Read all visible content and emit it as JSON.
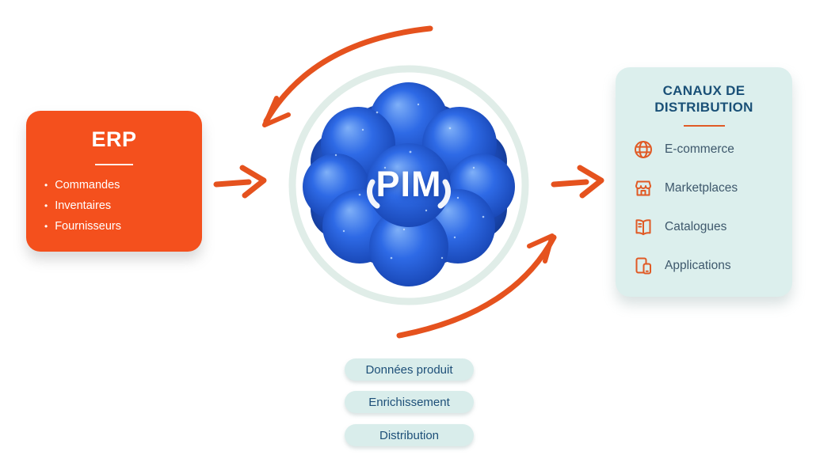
{
  "diagram": {
    "erp": {
      "title": "ERP",
      "items": [
        "Commandes",
        "Inventaires",
        "Fournisseurs"
      ]
    },
    "pim": {
      "label": "PIM"
    },
    "channels": {
      "title_line1": "CANAUX DE",
      "title_line2": "DISTRIBUTION",
      "items": [
        {
          "icon": "globe-icon",
          "label": "E-commerce"
        },
        {
          "icon": "storefront-icon",
          "label": "Marketplaces"
        },
        {
          "icon": "open-catalogue-icon",
          "label": "Catalogues"
        },
        {
          "icon": "devices-icon",
          "label": "Applications"
        }
      ]
    },
    "pills": [
      "Données produit",
      "Enrichissement",
      "Distribution"
    ],
    "colors": {
      "box_orange": "#F4501D",
      "arrow_orange": "#E5521E",
      "panel_teal": "#DCEFED",
      "pill_teal": "#D9EDEB",
      "title_navy": "#1A5077",
      "item_text": "#3E586C",
      "pill_text": "#1D4F78",
      "ring": "#E0EDE8",
      "molecule_blue": "#2563DF"
    }
  }
}
